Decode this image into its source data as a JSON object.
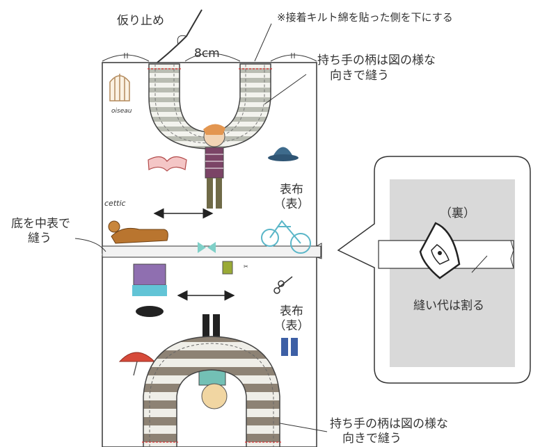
{
  "labels": {
    "temp_stitch": "仮り止め",
    "note_top": "※接着キルト綿を貼った側を下にする",
    "width": "8cm",
    "handle_pattern_top_1": "持ち手の柄は図の様な",
    "handle_pattern_top_2": "向きで縫う",
    "outer_top_1": "表布",
    "outer_top_2": "（表）",
    "bottom_sew_1": "底を中表で",
    "bottom_sew_2": "縫う",
    "outer_bottom_1": "表布",
    "outer_bottom_2": "（表）",
    "reverse": "（裏）",
    "press_seam": "縫い代は割る",
    "handle_pattern_bottom_1": "持ち手の柄は図の様な",
    "handle_pattern_bottom_2": "向きで縫う",
    "fabric_print_oiseau": "oiseau",
    "fabric_print_cettic": "cettic"
  },
  "colors": {
    "outline": "#333333",
    "stitch": "#e03030",
    "handle_top_stripe": "#b9bcb2",
    "handle_bottom_stripe": "#8d8274",
    "handle_light": "#f3f3ee",
    "zoom_fill": "#d9d9d9"
  }
}
